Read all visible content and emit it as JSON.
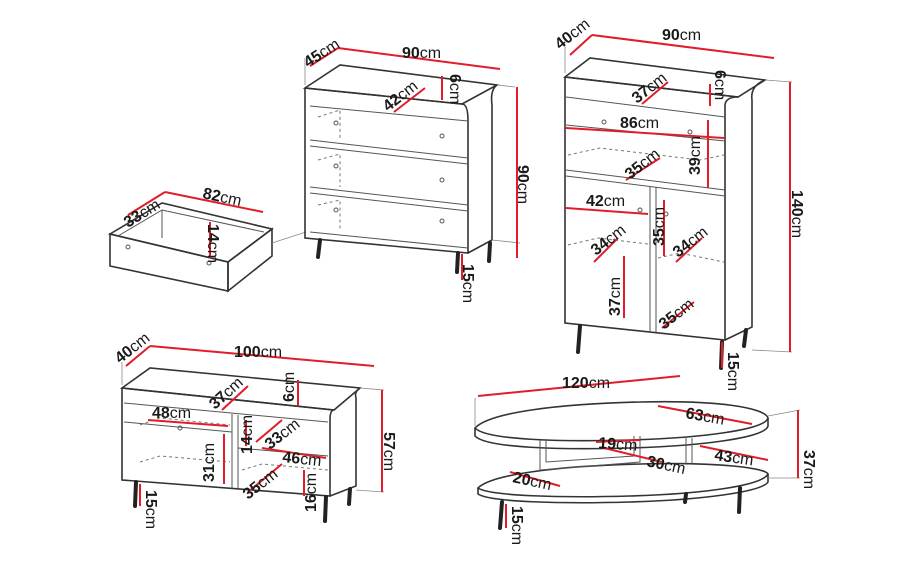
{
  "unit": "cm",
  "colors": {
    "dimension_line": "#e11d2a",
    "outline": "#333333",
    "background": "#ffffff"
  },
  "items": {
    "dresser": {
      "depth": "45",
      "width": "90",
      "inner_depth": "42",
      "shelf_gap": "6",
      "height": "90",
      "leg": "15"
    },
    "drawer": {
      "depth": "33",
      "width": "82",
      "height": "14"
    },
    "highboard": {
      "depth": "40",
      "width": "90",
      "top_depth": "37",
      "top_gap": "6",
      "shelf_width": "86",
      "upper_depth": "35",
      "upper_height": "39",
      "lower_width": "42",
      "lower_height": "35",
      "left_depth": "34",
      "right_depth": "34",
      "left_height": "37",
      "right_depth_low": "35",
      "height": "140",
      "leg": "15"
    },
    "sideboard": {
      "depth": "40",
      "width": "100",
      "top_depth": "37",
      "top_gap": "6",
      "shelf_width": "48",
      "shelf_height": "31",
      "mid_height": "14",
      "mid_depth": "33",
      "right_width": "46",
      "right_depth": "35",
      "right_height": "16",
      "height": "57",
      "leg": "15"
    },
    "coffee_table": {
      "width": "120",
      "top_depth": "63",
      "niche_width": "19",
      "niche_depth": "30",
      "side_depth": "43",
      "niche_height": "20",
      "height": "37",
      "leg": "15"
    }
  }
}
